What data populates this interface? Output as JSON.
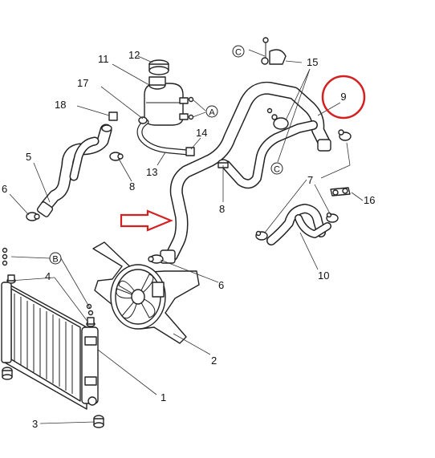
{
  "callouts": {
    "n1": "1",
    "n2": "2",
    "n3": "3",
    "n4": "4",
    "n5": "5",
    "n6a": "6",
    "n6b": "6",
    "n7": "7",
    "n8a": "8",
    "n8b": "8",
    "n9": "9",
    "n10": "10",
    "n11": "11",
    "n12": "12",
    "n13": "13",
    "n14": "14",
    "n15": "15",
    "n16": "16",
    "n17": "17",
    "n18": "18"
  },
  "refs": {
    "a": "A",
    "b": "B",
    "c1": "C",
    "c2": "C"
  },
  "colors": {
    "highlight": "#d42020",
    "line": "#222222"
  }
}
